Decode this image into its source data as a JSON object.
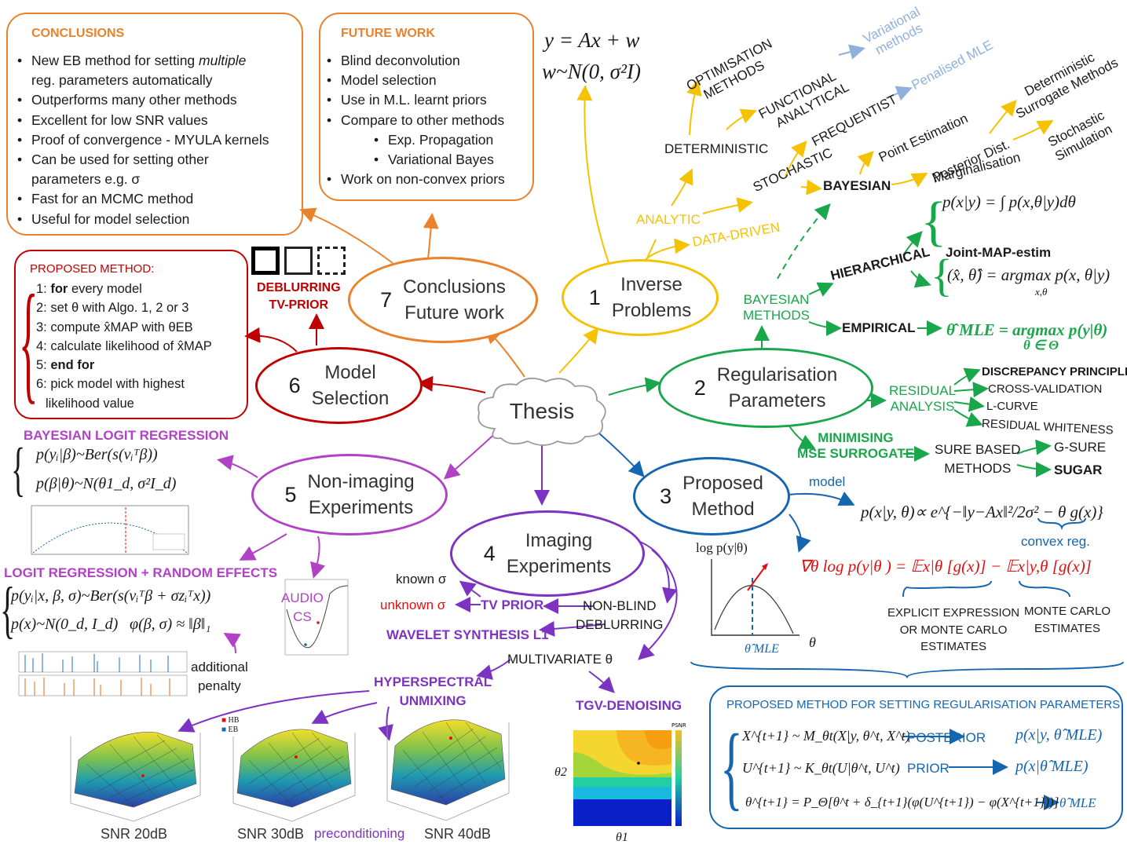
{
  "center": {
    "label": "Thesis"
  },
  "nodes": {
    "n1": {
      "num": "1",
      "lines": [
        "Inverse",
        "Problems"
      ]
    },
    "n2": {
      "num": "2",
      "lines": [
        "Regularisation",
        "Parameters"
      ]
    },
    "n3": {
      "num": "3",
      "lines": [
        "Proposed",
        "Method"
      ]
    },
    "n4": {
      "num": "4",
      "lines": [
        "Imaging",
        "Experiments"
      ]
    },
    "n5": {
      "num": "5",
      "lines": [
        "Non-imaging",
        "Experiments"
      ]
    },
    "n6": {
      "num": "6",
      "lines": [
        "Model",
        "Selection"
      ]
    },
    "n7": {
      "num": "7",
      "lines": [
        "Conclusions",
        "Future work"
      ]
    }
  },
  "colors": {
    "orange": "#e9822b",
    "yellow": "#f5c200",
    "green": "#1aa64a",
    "blue": "#1565b0",
    "purple": "#7d33c2",
    "violet": "#b142c6",
    "red": "#c00000",
    "lightblue": "#8fb0dc"
  },
  "conclusions": {
    "title": "CONCLUSIONS",
    "items": [
      [
        "New EB method for setting ",
        "multiple"
      ],
      [
        "reg. parameters automatically"
      ],
      [
        "Outperforms many other methods"
      ],
      [
        "Excellent for low SNR values"
      ],
      [
        "Proof of convergence - MYULA kernels"
      ],
      [
        "Can be used for setting other"
      ],
      [
        "parameters e.g. σ"
      ],
      [
        "Fast for an MCMC method"
      ],
      [
        "Useful for model selection"
      ]
    ]
  },
  "future": {
    "title": "FUTURE WORK",
    "items": [
      "Blind deconvolution",
      "Model selection",
      "Use in M.L. learnt priors",
      "Compare to other methods"
    ],
    "sub": [
      "Exp. Propagation",
      "Variational Bayes"
    ],
    "last": "Work on non-convex priors"
  },
  "model_eq": {
    "line1": "y = Ax + w",
    "line2": "w~N(0, σ²I)"
  },
  "inverse": {
    "analytic": "ANALYTIC",
    "data_driven": "DATA-DRIVEN",
    "deterministic": "DETERMINISTIC",
    "stochastic": "STOCHASTIC",
    "optimisation": [
      "OPTIMISATION",
      "METHODS"
    ],
    "functional": [
      "FUNCTIONAL",
      "ANALYTICAL"
    ],
    "variational": [
      "Variational",
      "methods"
    ],
    "frequentist": "FREQUENTIST",
    "penalised": "Penalised MLE",
    "bayesian": "BAYESIAN",
    "point": "Point Estimation",
    "posterior": "Posterior Dist.",
    "deterministic_surr": [
      "Deterministic",
      "Surrogate Methods"
    ],
    "stochastic_sim": [
      "Stochastic",
      "Simulation"
    ]
  },
  "regularisation": {
    "bayesian_methods": [
      "BAYESIAN",
      "METHODS"
    ],
    "hierarchical": "HIERARCHICAL",
    "empirical": "EMPIRICAL",
    "marginalisation": "Marginalisation",
    "marg_eq": "p(x|y) = ∫ p(x,θ|y)dθ",
    "joint_map": "Joint-MAP-estim",
    "joint_eq": "(x̂, θ̂) = argmax p(x, θ|y)",
    "joint_sub": "x,θ",
    "emp_eq1": "θ̂ MLE = argmax p(y|θ)",
    "emp_eq2": "θ ∈ Θ",
    "residual": [
      "RESIDUAL",
      "ANALYSIS"
    ],
    "res_items": [
      "DISCREPANCY PRINCIPLE",
      "CROSS-VALIDATION",
      "L-CURVE",
      "RESIDUAL WHITENESS"
    ],
    "mse": [
      "MINIMISING",
      "MSE SURROGATE"
    ],
    "sure": [
      "SURE BASED",
      "METHODS"
    ],
    "gsure": "G-SURE",
    "sugar": "SUGAR"
  },
  "proposed": {
    "model": "model",
    "model_eq": "p(x|y, θ)∝ e^{−‖y−Ax‖²/2σ² − θ g(x)}",
    "convex": "convex reg.",
    "plot_ylabel": "log p(y|θ)",
    "plot_xlabel": "θ",
    "plot_mle": "θ̂ MLE",
    "grad_eq": "∇θ log p(y|θ ) = 𝔼x|θ [g(x)] − 𝔼x|y,θ [g(x)]",
    "explicit": [
      "EXPLICIT EXPRESSION",
      "OR  MONTE CARLO",
      "ESTIMATES"
    ],
    "mc": [
      "MONTE CARLO",
      "ESTIMATES"
    ],
    "box_title": "PROPOSED METHOD FOR SETTING REGULARISATION PARAMETERS",
    "alg1": "X^{t+1} ~ M_θt(X|y, θ^t, X^t)",
    "alg1_tag": "POSTERIOR",
    "alg1_res": "p(x|y, θ̂ MLE)",
    "alg2": "U^{t+1} ~ K_θt(U|θ^t, U^t)",
    "alg2_tag": "PRIOR",
    "alg2_res": "p(x|θ̂ MLE)",
    "alg3": "θ^{t+1} = P_Θ[θ^t + δ_{t+1}(φ(U^{t+1}) − φ(X^{t+1}))]",
    "alg3_res": "θ̂ MLE"
  },
  "imaging": {
    "known": "known σ",
    "unknown": "unknown σ",
    "tv_prior": "TV PRIOR",
    "nonblind": [
      "NON-BLIND",
      "DEBLURRING"
    ],
    "wavelet": "WAVELET SYNTHESIS L1",
    "multivariate": "MULTIVARIATE θ",
    "hyper": [
      "HYPERSPECTRAL",
      "UNMIXING"
    ],
    "tgv": "TGV-DENOISING",
    "snr": [
      "SNR 20dB",
      "SNR 30dB",
      "SNR 40dB"
    ],
    "precond": "preconditioning",
    "legend": [
      "HB",
      "EB"
    ],
    "tgv_xlabel": "θ1",
    "tgv_ylabel": "θ2",
    "psnr": "PSNR"
  },
  "nonimaging": {
    "bayesian_logit": "BAYESIAN   LOGIT REGRESSION",
    "eq1": "p(yᵢ|β)~Ber(s(vᵢᵀβ))",
    "eq2": "p(β|θ)~N(θ1_d, σ²I_d)",
    "random": "LOGIT REGRESSION + RANDOM EFFECTS",
    "eq3": "p(yᵢ|x, β, σ)~Ber(s(vᵢᵀβ + σzᵢᵀx))",
    "eq4": "p(x)~N(0_d, I_d)",
    "eq5": "φ(β, σ) ≈ ‖β‖₁",
    "additional": [
      "additional",
      "penalty"
    ],
    "audio": [
      "AUDIO",
      "CS"
    ]
  },
  "model_selection": {
    "title": "PROPOSED METHOD:",
    "steps": [
      [
        "1:",
        "for",
        " every model"
      ],
      [
        "2:",
        "",
        "   set θ with Algo. 1, 2 or 3"
      ],
      [
        "3:",
        "",
        "   compute x̂MAP with θEB"
      ],
      [
        "4:",
        "",
        "   calculate likelihood of x̂MAP"
      ],
      [
        "5:",
        "end for",
        ""
      ],
      [
        "6:",
        "",
        " pick model with highest"
      ],
      [
        "",
        "",
        "   likelihood value"
      ]
    ],
    "deblur": [
      "DEBLURRING",
      "TV-PRIOR"
    ]
  }
}
